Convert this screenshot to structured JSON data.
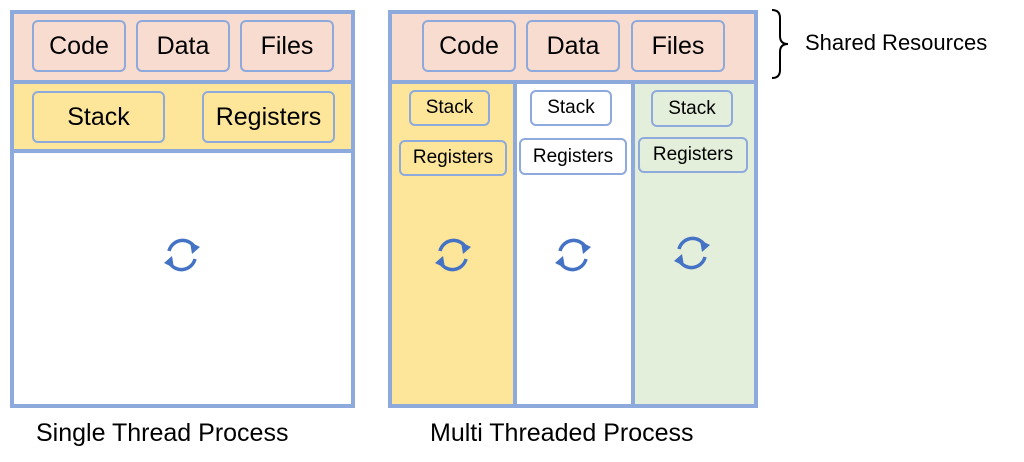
{
  "single": {
    "caption": "Single Thread Process",
    "shared": {
      "code": "Code",
      "data": "Data",
      "files": "Files"
    },
    "stack": "Stack",
    "registers": "Registers"
  },
  "multi": {
    "caption": "Multi Threaded Process",
    "shared": {
      "code": "Code",
      "data": "Data",
      "files": "Files"
    },
    "threads": [
      {
        "stack": "Stack",
        "registers": "Registers",
        "color": "#fde59a"
      },
      {
        "stack": "Stack",
        "registers": "Registers",
        "color": "#ffffff"
      },
      {
        "stack": "Stack",
        "registers": "Registers",
        "color": "#e3efda"
      }
    ]
  },
  "shared_resources_label": "Shared Resources",
  "icons": {
    "thread": "cycle-arrows-icon",
    "brace": "right-brace-icon"
  },
  "colors": {
    "border": "#8ea9db",
    "shared": "#f8dccf",
    "yellow": "#fde59a",
    "green": "#e3efda",
    "arrow": "#4472c4"
  }
}
